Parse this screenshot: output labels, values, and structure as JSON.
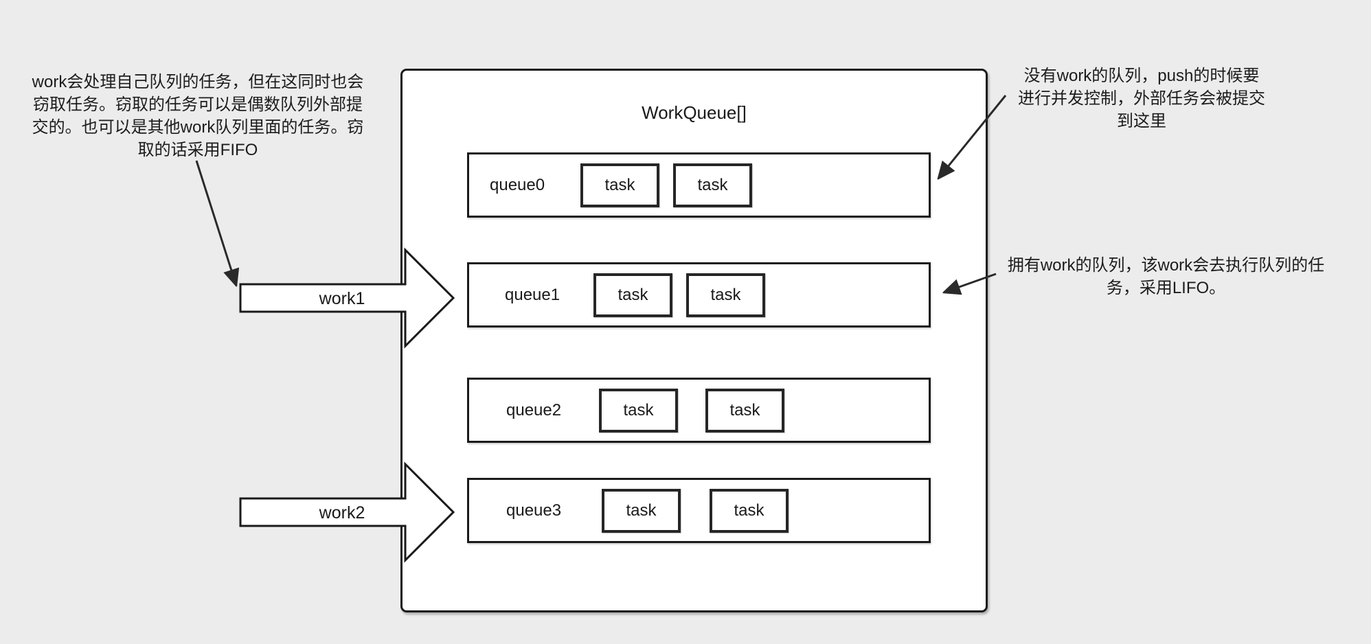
{
  "diagram": {
    "title": "WorkQueue[]",
    "queues": [
      {
        "label": "queue0",
        "tasks": [
          "task",
          "task"
        ]
      },
      {
        "label": "queue1",
        "tasks": [
          "task",
          "task"
        ]
      },
      {
        "label": "queue2",
        "tasks": [
          "task",
          "task"
        ]
      },
      {
        "label": "queue3",
        "tasks": [
          "task",
          "task"
        ]
      }
    ],
    "workers": [
      {
        "label": "work1"
      },
      {
        "label": "work2"
      }
    ],
    "annotations": {
      "left": {
        "lines": [
          "work会处理自己队列的任务，但在这同时也会",
          "窃取任务。窃取的任务可以是偶数队列外部提",
          "交的。也可以是其他work队列里面的任务。窃",
          "取的话采用FIFO"
        ]
      },
      "top_right": {
        "lines": [
          "没有work的队列，push的时候要",
          "进行并发控制，外部任务会被提交",
          "到这里"
        ]
      },
      "mid_right": {
        "lines": [
          "拥有work的队列，该work会去执行队列的任",
          "务，采用LIFO。"
        ]
      }
    },
    "colors": {
      "background": "#ececec",
      "stroke": "#1a1a1a",
      "fill": "#ffffff",
      "text": "#1c1c1c"
    }
  }
}
